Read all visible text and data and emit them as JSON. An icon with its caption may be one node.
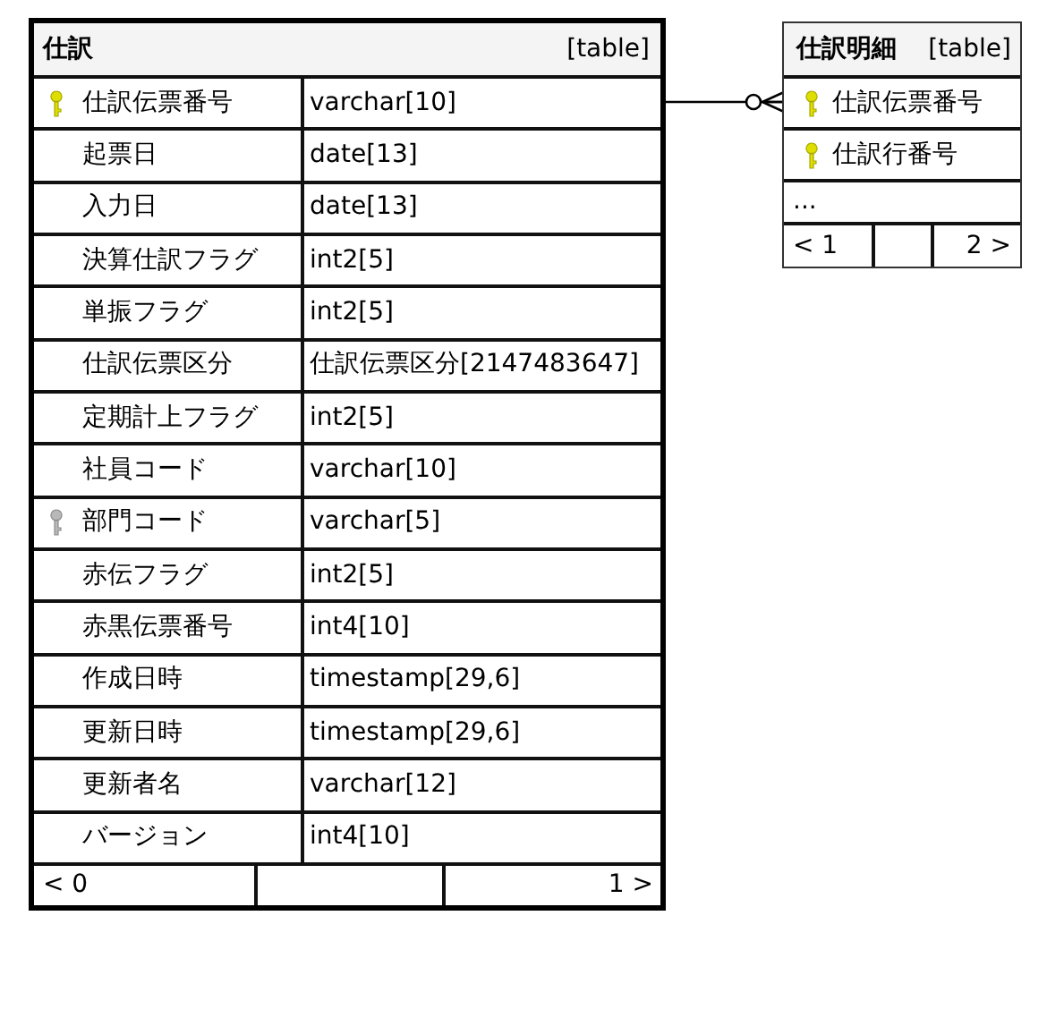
{
  "diagram": {
    "nodes": [
      {
        "text": [
          "仕訳",
          "[table]"
        ]
      },
      {
        "text": [
          "仕訳伝票番号",
          "varchar[10]"
        ],
        "in": 0
      },
      {
        "text": [
          "起票日",
          "date[13]"
        ],
        "in": 0
      },
      {
        "text": [
          "入力日",
          "date[13]"
        ],
        "in": 0
      },
      {
        "text": [
          "決算仕訳フラグ",
          "int2[5]"
        ],
        "in": 0
      },
      {
        "text": [
          "単振フラグ",
          "int2[5]"
        ],
        "in": 0
      },
      {
        "text": [
          "仕訳伝票区分",
          "仕訳伝票区分[2147483647]"
        ],
        "in": 0
      },
      {
        "text": [
          "定期計上フラグ",
          "int2[5]"
        ],
        "in": 0
      },
      {
        "text": [
          "社員コード",
          "varchar[10]"
        ],
        "in": 0
      },
      {
        "text": [
          "部門コード",
          "varchar[5]"
        ],
        "in": 0
      },
      {
        "text": [
          "赤伝フラグ",
          "int2[5]"
        ],
        "in": 0
      },
      {
        "text": [
          "赤黒伝票番号",
          "int4[10]"
        ],
        "in": 0
      },
      {
        "text": [
          "作成日時",
          "timestamp[29,6]"
        ],
        "in": 0
      },
      {
        "text": [
          "更新日時",
          "timestamp[29,6]"
        ],
        "in": 0
      },
      {
        "text": [
          "更新者名",
          "varchar[12]"
        ],
        "in": 0
      },
      {
        "text": [
          "バージョン",
          "int4[10]"
        ],
        "in": 0
      },
      {
        "text": [
          "< 0",
          "1 >"
        ],
        "in": 0
      },
      {
        "text": [
          "仕訳明細",
          "[table]"
        ]
      },
      {
        "text": [
          "仕訳伝票番号"
        ],
        "in": 17
      },
      {
        "text": [
          "仕訳行番号"
        ],
        "in": 17
      },
      {
        "text": [
          "..."
        ],
        "in": 17
      },
      {
        "text": [
          "< 1",
          "2 >"
        ],
        "in": 17
      }
    ],
    "edges": [
      {
        "from": 1,
        "to": 18,
        "arrow": "other"
      }
    ]
  }
}
